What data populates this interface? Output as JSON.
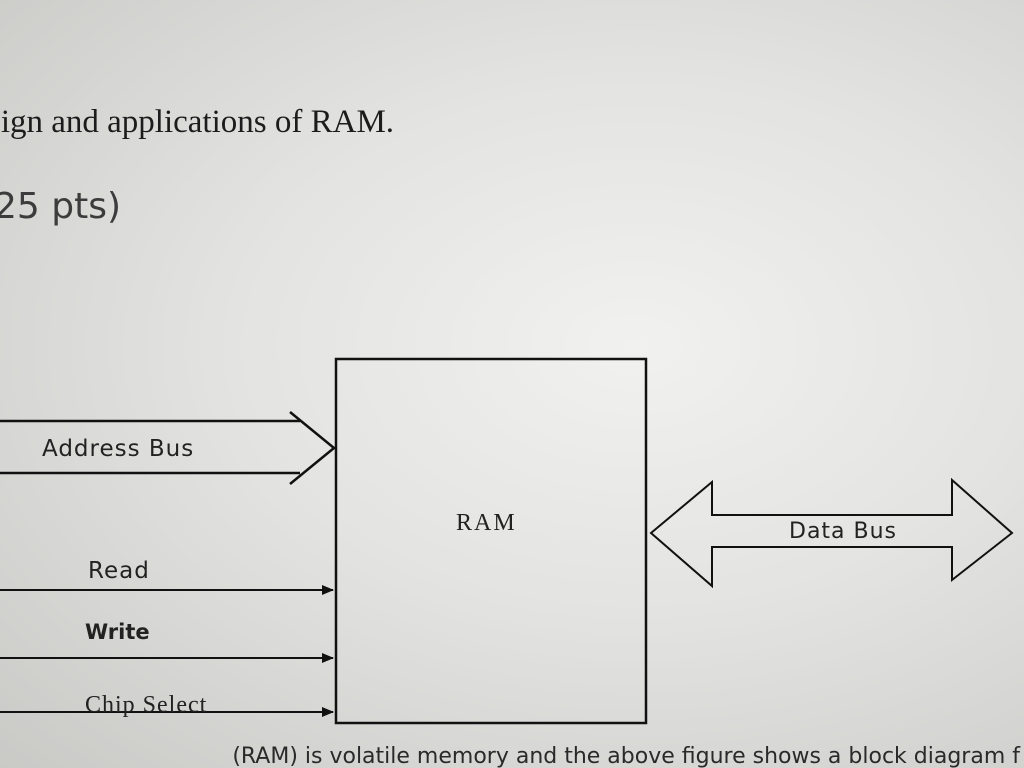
{
  "document": {
    "heading_fragment": "sign and applications of RAM.",
    "points_fragment": "25 pts)",
    "footer_fragment": "(RAM) is volatile memory and the above figure shows a block diagram f"
  },
  "diagram": {
    "block_label": "RAM",
    "inputs": {
      "address_bus": "Address Bus",
      "read": "Read",
      "write": "Write",
      "chip_select": "Chip Select"
    },
    "output": {
      "data_bus": "Data Bus"
    }
  }
}
